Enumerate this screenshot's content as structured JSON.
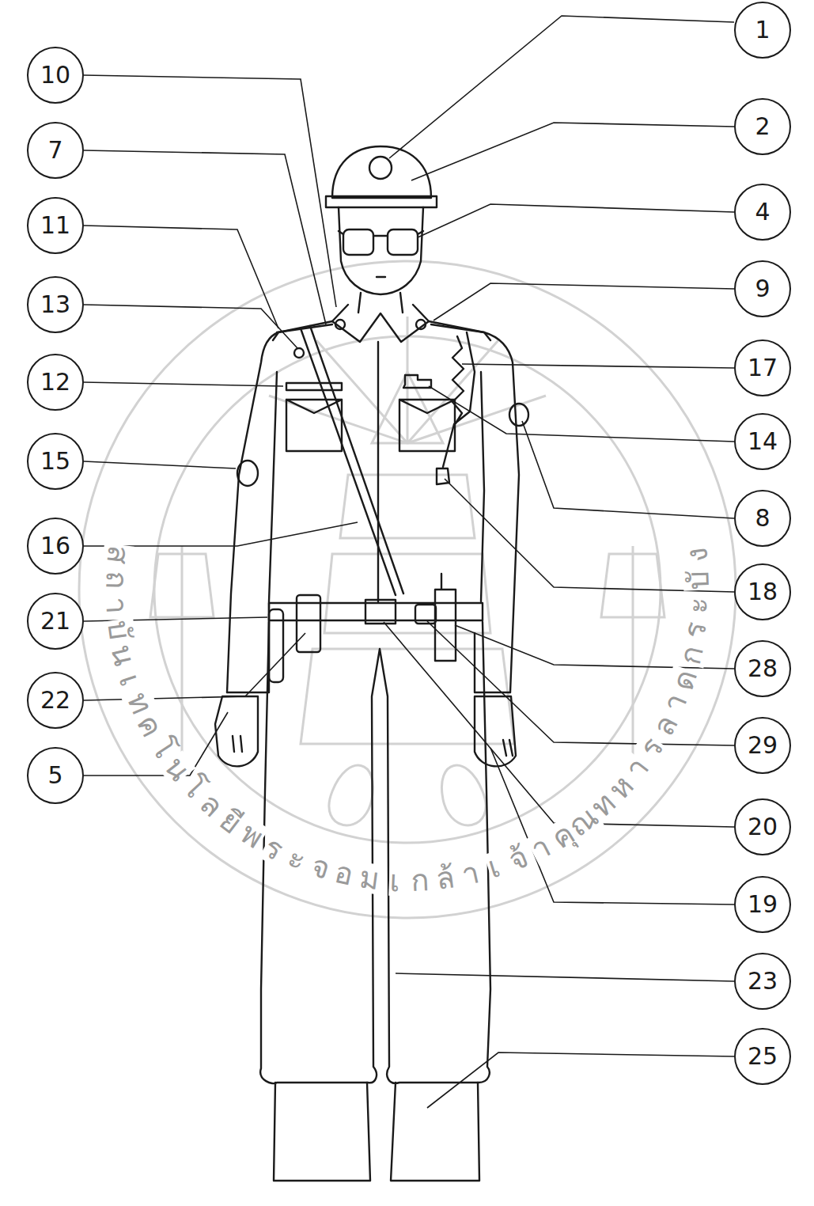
{
  "diagram": {
    "nodes": [
      {
        "text": [
          "10"
        ]
      },
      {
        "text": [
          "7"
        ]
      },
      {
        "text": [
          "11"
        ]
      },
      {
        "text": [
          "13"
        ]
      },
      {
        "text": [
          "12"
        ]
      },
      {
        "text": [
          "15"
        ]
      },
      {
        "text": [
          "16"
        ]
      },
      {
        "text": [
          "21"
        ]
      },
      {
        "text": [
          "22"
        ]
      },
      {
        "text": [
          "5"
        ]
      },
      {
        "text": [
          "1"
        ]
      },
      {
        "text": [
          "2"
        ]
      },
      {
        "text": [
          "4"
        ]
      },
      {
        "text": [
          "9"
        ]
      },
      {
        "text": [
          "17"
        ]
      },
      {
        "text": [
          "14"
        ]
      },
      {
        "text": [
          "8"
        ]
      },
      {
        "text": [
          "18"
        ]
      },
      {
        "text": [
          "28"
        ]
      },
      {
        "text": [
          "29"
        ]
      },
      {
        "text": [
          "20"
        ]
      },
      {
        "text": [
          "19"
        ]
      },
      {
        "text": [
          "23"
        ]
      },
      {
        "text": [
          "25"
        ]
      }
    ],
    "labels": [
      "สถาบันเทคโนโลยีพระจอมเกล้าเจ้าคุณทหารลาดกระบัง"
    ]
  }
}
